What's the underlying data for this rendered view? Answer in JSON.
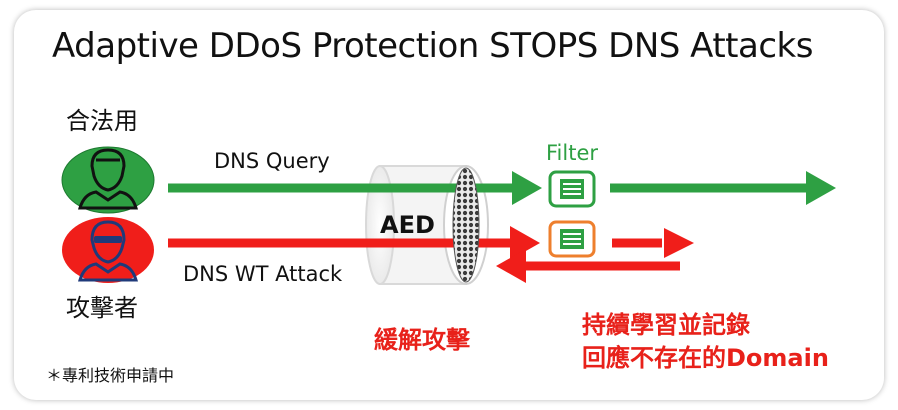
{
  "title": "Adaptive DDoS Protection STOPS DNS Attacks",
  "labels": {
    "legit_user": "合法用",
    "attacker": "攻擊者",
    "dns_query": "DNS Query",
    "dns_wt_attack": "DNS WT Attack",
    "aed": "AED",
    "filter": "Filter",
    "mitigate": "緩解攻擊",
    "learn_line1": "持續學習並記錄",
    "learn_line2": "回應不存在的Domain",
    "patent_note": "＊專利技術申請中"
  },
  "colors": {
    "green": "#2ea043",
    "red": "#f01e1a",
    "orange": "#ee7f2d",
    "red_text": "#e8211a"
  },
  "icons": [
    "user-icon",
    "hacker-icon",
    "filter-doc-icon",
    "blocked-doc-icon",
    "mesh-filter-icon"
  ]
}
